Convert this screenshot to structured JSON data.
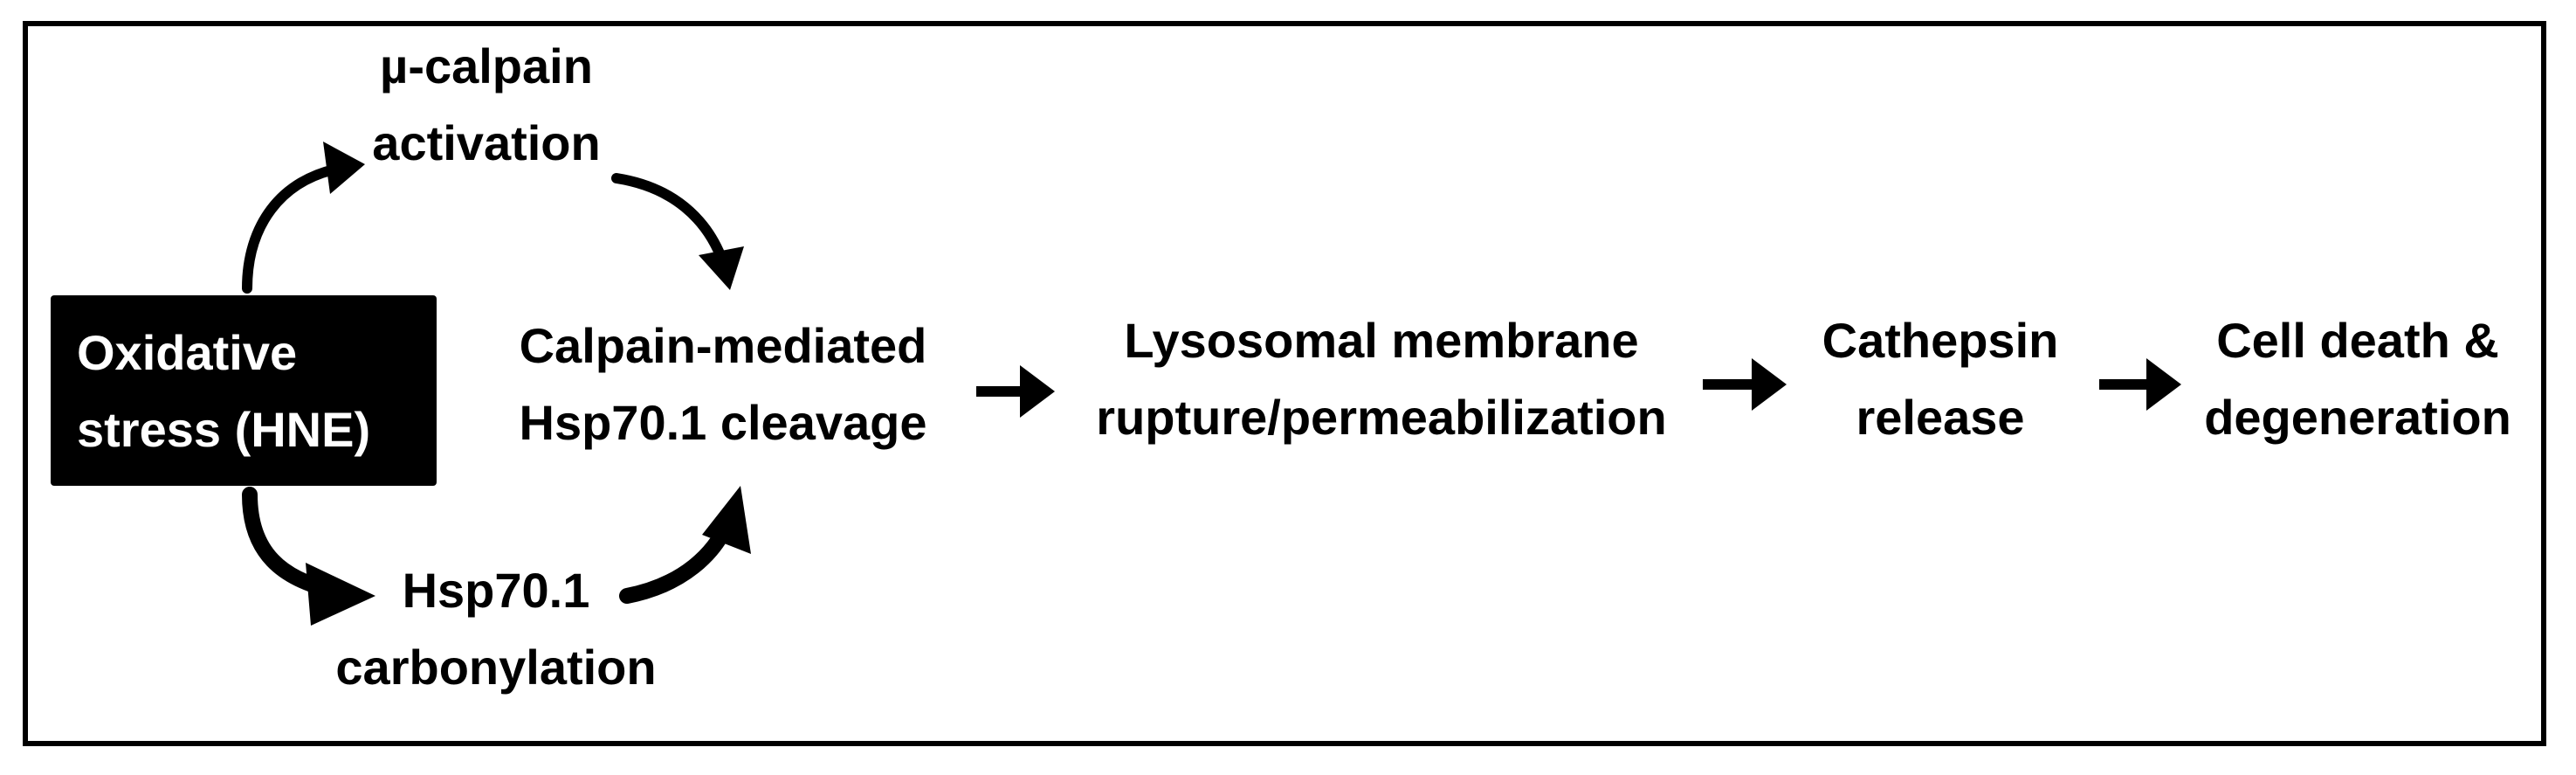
{
  "nodes": {
    "oxidative_stress": {
      "line1": "Oxidative",
      "line2": "stress (HNE)"
    },
    "calpain_activation": {
      "line1": "µ-calpain",
      "line2": "activation"
    },
    "carbonylation": {
      "line1": "Hsp70.1",
      "line2": "carbonylation"
    },
    "cleavage": {
      "line1": "Calpain-mediated",
      "line2": "Hsp70.1 cleavage"
    },
    "lysosomal": {
      "line1": "Lysosomal membrane",
      "line2": "rupture/permeabilization"
    },
    "cathepsin": {
      "line1": "Cathepsin",
      "line2": "release"
    },
    "cell_death": {
      "line1": "Cell death &",
      "line2": "degeneration"
    }
  },
  "colors": {
    "ink": "#000000",
    "background": "#ffffff",
    "highlight_box": "#000000",
    "highlight_text": "#ffffff"
  }
}
